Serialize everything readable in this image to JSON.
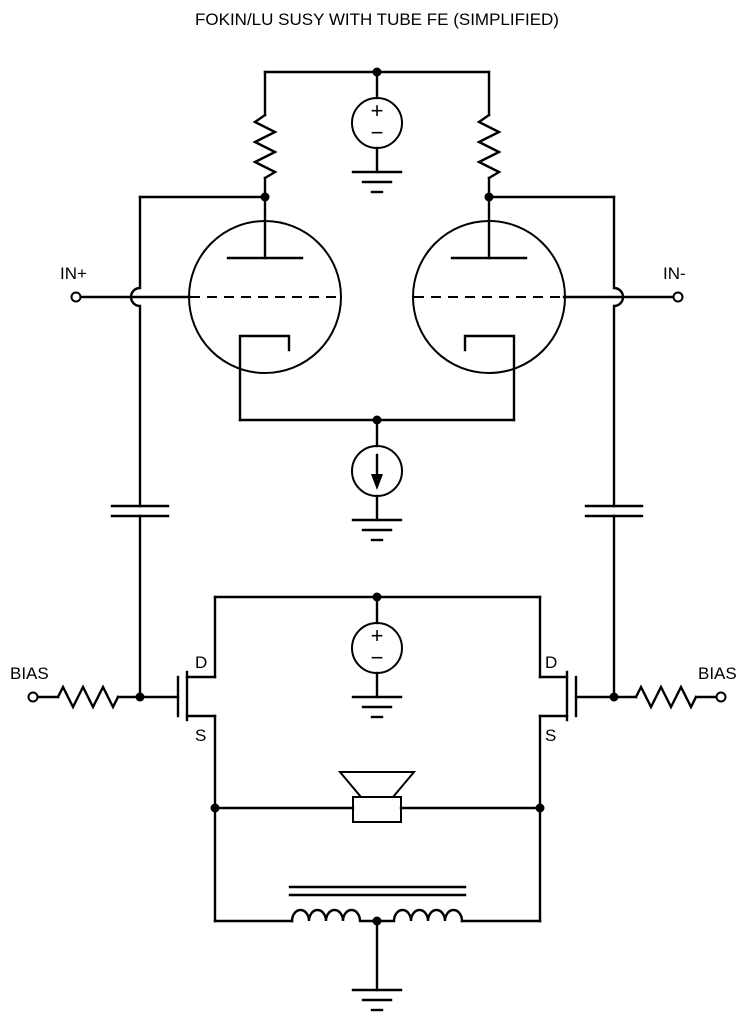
{
  "diagram": {
    "title": "FOKIN/LU SUSY WITH TUBE FE (SIMPLIFIED)",
    "labels": {
      "in_plus": "IN+",
      "in_minus": "IN-",
      "bias_left": "BIAS",
      "bias_right": "BIAS",
      "drain_left": "D",
      "source_left": "S",
      "drain_right": "D",
      "source_right": "S",
      "supply_plus": "+",
      "supply_minus": "−"
    }
  }
}
